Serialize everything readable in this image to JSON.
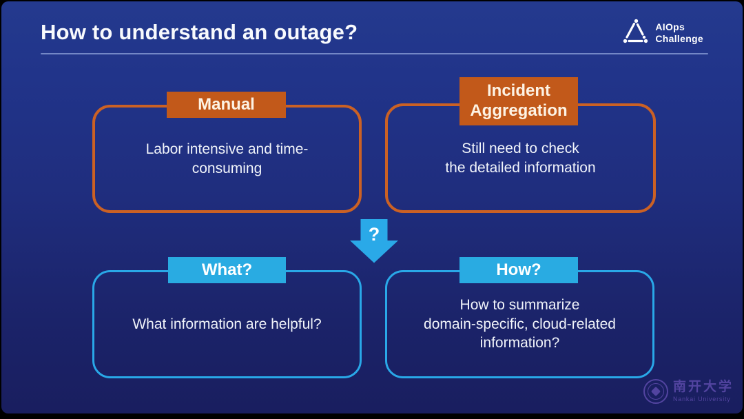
{
  "slide": {
    "title": "How to understand an outage?",
    "logo": {
      "line1": "AIOps",
      "line2": "Challenge"
    },
    "boxes": [
      {
        "id": "manual",
        "header": "Manual",
        "body": "Labor intensive and time-\nconsuming",
        "style": "orange"
      },
      {
        "id": "incident-aggregation",
        "header": "Incident\nAggregation",
        "body": "Still need to check\nthe detailed information",
        "style": "orange"
      },
      {
        "id": "what",
        "header": "What?",
        "body": "What information are helpful?",
        "style": "blue"
      },
      {
        "id": "how",
        "header": "How?",
        "body": "How to summarize\ndomain-specific, cloud-related\ninformation?",
        "style": "blue"
      }
    ],
    "arrow": {
      "label": "?"
    },
    "watermark": {
      "chinese": "南开大学",
      "english": "Nankai University"
    },
    "colors": {
      "background_top": "#243a8e",
      "background_bottom": "#191e5f",
      "orange_tab": "#c2591a",
      "orange_border": "#cb6124",
      "blue_accent": "#29abe2",
      "text": "#f1f4fa",
      "underline": "#8fa3d9",
      "watermark": "#8263d4"
    }
  }
}
